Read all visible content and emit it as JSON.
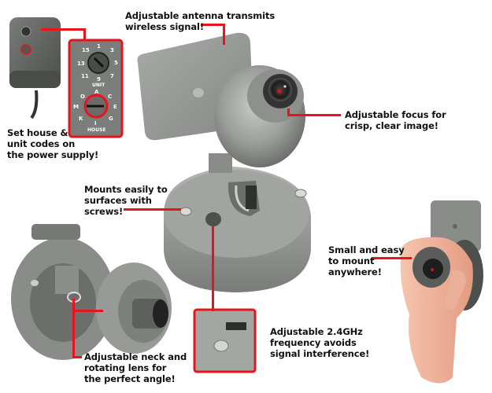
{
  "colors": {
    "accent_red": "#e8141b",
    "camera_gray": "#9a9c9a",
    "dark_gray": "#5e605e",
    "background": "#ffffff",
    "skin": "#f0b49a"
  },
  "callouts": {
    "antenna": {
      "line1": "Adjustable antenna transmits",
      "line2": "wireless signal!"
    },
    "focus": {
      "line1": "Adjustable focus for",
      "line2": "crisp, clear image!"
    },
    "codes": {
      "line1": "Set house &",
      "line2": "unit codes on",
      "line3": "the power supply!"
    },
    "mounts": {
      "line1": "Mounts easily to",
      "line2": "surfaces with",
      "line3": "screws!"
    },
    "small": {
      "line1": "Small and easy",
      "line2": "to mount",
      "line3": "anywhere!"
    },
    "frequency": {
      "line1": "Adjustable 2.4GHz",
      "line2": "frequency avoids",
      "line3": "signal interference!"
    },
    "neck": {
      "line1": "Adjustable neck and",
      "line2": "rotating lens for",
      "line3": "the perfect angle!"
    }
  },
  "dial_inset": {
    "unit_label": "UNIT",
    "house_label": "HOUSE",
    "unit_numbers": [
      "15",
      "1",
      "3",
      "13",
      "5",
      "11",
      "7",
      "9"
    ],
    "house_letters": [
      "A",
      "O",
      "C",
      "M",
      "E",
      "K",
      "G",
      "I"
    ]
  },
  "icons": {
    "camera": "wireless-camera-illustration",
    "power_supply": "power-supply-illustration",
    "hand": "hand-holding-camera-illustration"
  }
}
